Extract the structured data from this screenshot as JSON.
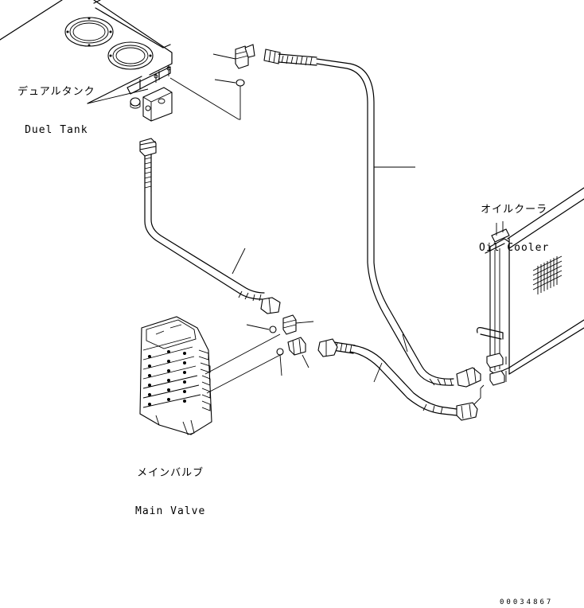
{
  "labels": {
    "dual_tank": {
      "jp": "デュアルタンク",
      "en": "Duel Tank"
    },
    "oil_cooler": {
      "jp": "オイルクーラ",
      "en": "Oil Cooler"
    },
    "main_valve": {
      "jp": "メインバルブ",
      "en": "Main Valve"
    }
  },
  "drawing_number": "00034867"
}
